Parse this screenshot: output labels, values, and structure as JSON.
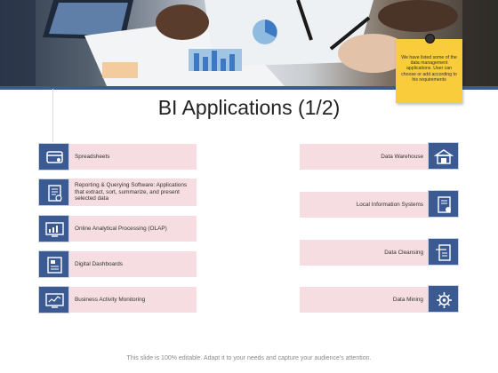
{
  "note": {
    "text": "We have listed some of the data management applications. User can choose or add according to his requirements"
  },
  "title": "BI Applications (1/2)",
  "left_items": [
    {
      "label": "Spreadsheets",
      "icon": "card-icon"
    },
    {
      "label": "Reporting & Querying Software: Applications that extract, sort, summarize, and present selected data",
      "icon": "report-document-icon"
    },
    {
      "label": "Online Analytical Processing (OLAP)",
      "icon": "analytics-monitor-icon"
    },
    {
      "label": "Digital Dashboards",
      "icon": "dashboard-icon"
    },
    {
      "label": "Business Activity Monitoring",
      "icon": "monitoring-screen-icon"
    }
  ],
  "right_items": [
    {
      "label": "Data Warehouse",
      "icon": "warehouse-icon"
    },
    {
      "label": "Local Information Systems",
      "icon": "info-document-icon"
    },
    {
      "label": "Data Cleansing",
      "icon": "cleansing-document-icon"
    },
    {
      "label": "Data Mining",
      "icon": "mining-gear-icon"
    }
  ],
  "footer": "This slide is 100% editable. Adapt it to your needs and capture your audience's attention.",
  "colors": {
    "accent": "#3b5a92",
    "bar": "#f5dde1",
    "note": "#f8cc3b",
    "banner_line": "#3d5a8f"
  }
}
